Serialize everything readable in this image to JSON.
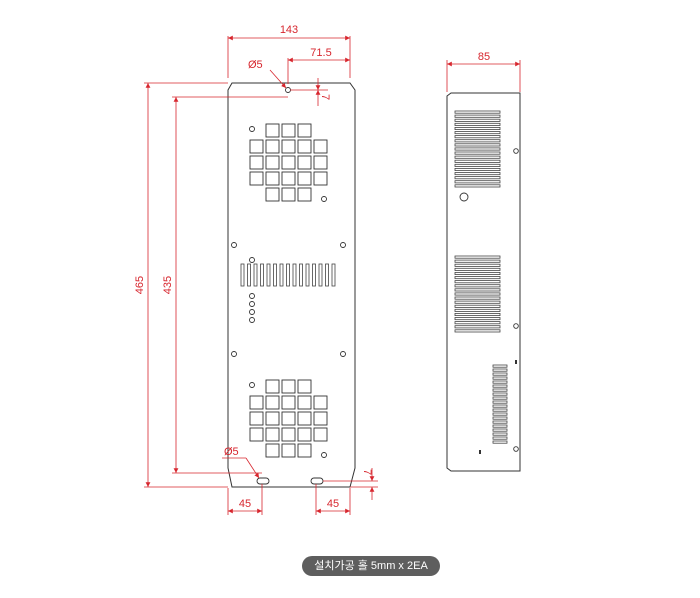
{
  "labels": {
    "overall_width": "143",
    "center_offset": "71.5",
    "top_hole_diameter": "Ø5",
    "top_hole_depth": "7",
    "total_height": "465",
    "hole_spacing_height": "435",
    "side_depth": "85",
    "bottom_hole_diameter": "Ø5",
    "bottom_hole_depth": "7",
    "left_hole_offset": "45",
    "right_hole_offset": "45"
  },
  "caption": "설치가공 홀 5mm x 2EA",
  "colors": {
    "dimension": "#d7262e",
    "outline": "#333333",
    "caption_bg": "#5e5e5e"
  }
}
